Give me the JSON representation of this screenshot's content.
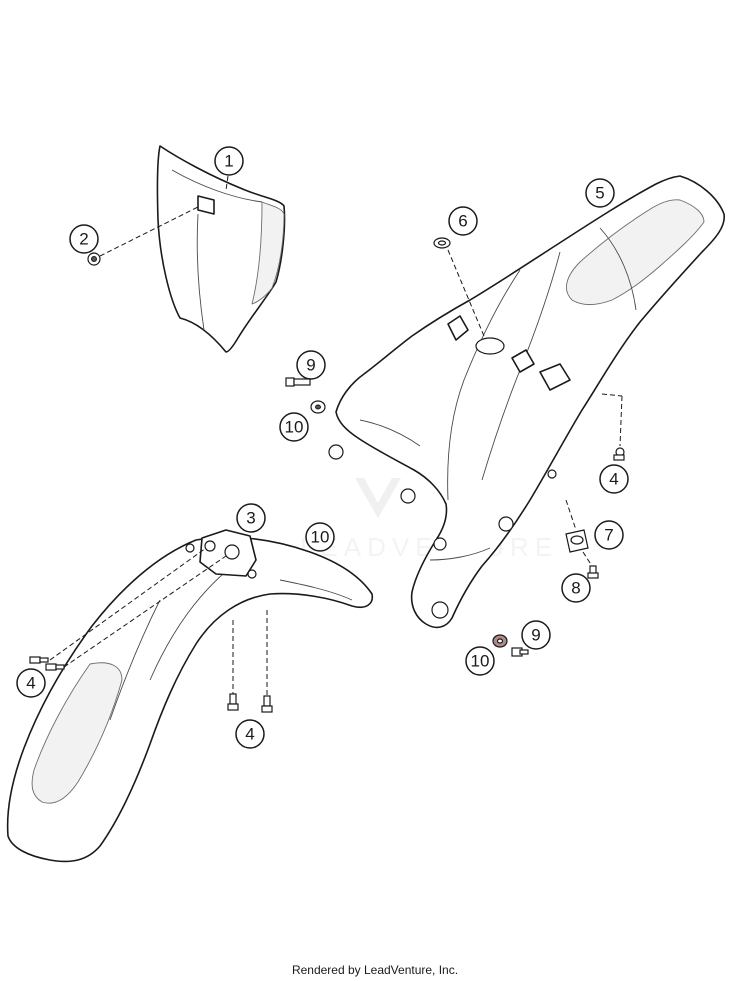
{
  "diagram": {
    "parts": [
      {
        "id": "number-plate",
        "callout": "1"
      },
      {
        "id": "number-plate-screw",
        "callout": "2"
      },
      {
        "id": "front-fender-bracket",
        "callout": "3"
      },
      {
        "id": "screw",
        "callout": "4"
      },
      {
        "id": "rear-fender",
        "callout": "5"
      },
      {
        "id": "grommet",
        "callout": "6"
      },
      {
        "id": "rubber-bushing",
        "callout": "7"
      },
      {
        "id": "collar-bolt",
        "callout": "8"
      },
      {
        "id": "bolt",
        "callout": "9"
      },
      {
        "id": "washer",
        "callout": "10"
      }
    ]
  },
  "footer": {
    "text": "Rendered by LeadVenture, Inc."
  }
}
